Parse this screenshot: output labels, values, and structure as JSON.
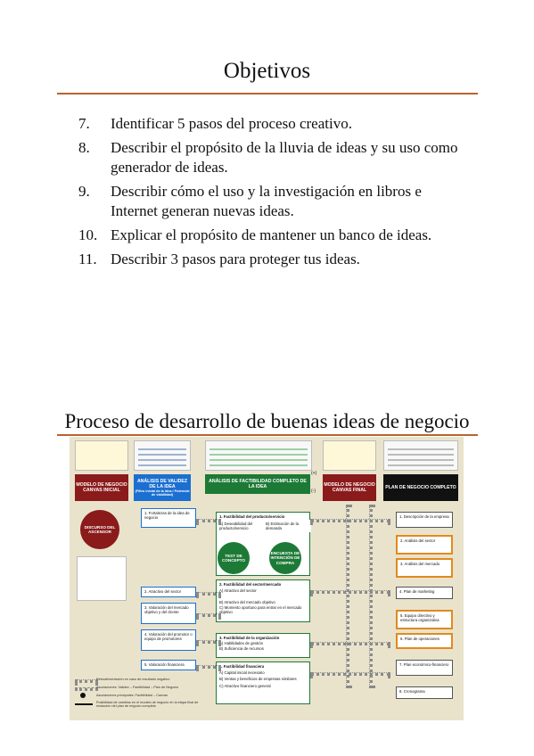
{
  "title": "Objetivos",
  "objectives": [
    {
      "num": "7.",
      "text": "Identificar 5 pasos del proceso creativo."
    },
    {
      "num": "8.",
      "text": "Describir el propósito de la lluvia de ideas y su uso como generador de ideas."
    },
    {
      "num": "9.",
      "text": "Describir cómo el uso y la investigación en libros e Internet generan nuevas ideas."
    },
    {
      "num": "10.",
      "text": "Explicar el propósito de mantener un banco de ideas."
    },
    {
      "num": "11.",
      "text": "Describir 3 pasos para proteger tus ideas."
    }
  ],
  "diagram_title": "Proceso de desarrollo de buenas ideas de negocio",
  "diagram": {
    "headers": {
      "canvas_initial": "MODELO DE NEGOCIO CANVAS INICIAL",
      "validity": "ANÁLISIS DE VALIDEZ DE LA IDEA",
      "validity_sub": "(Filtro inicial de la idea / Potencial de viabilidad)",
      "feasibility": "ANÁLISIS DE FACTIBILIDAD COMPLETO DE LA IDEA",
      "canvas_final": "MODELO DE NEGOCIO CANVAS FINAL",
      "plan": "PLAN DE NEGOCIO COMPLETO"
    },
    "elevator": "DISCURSO DEL ASCENSOR",
    "plus": "(+)",
    "minus": "(-)",
    "validity_items": [
      "1. Fortalezas de la idea de negocio",
      "2. Atractivo del sector",
      "3. Valoración del mercado objetivo y del cliente",
      "4. Valoración del promotor o equipo de promotores",
      "5. Valoración financiera"
    ],
    "feasibility_items": {
      "f1": "1. Factibilidad del producto/servicio",
      "f1a": "A) Deseabilidad del producto/servicio",
      "f1b": "B) Estimación de la demanda",
      "test": "TEST DE CONCEPTO",
      "survey": "ENCUESTA DE INTENCIÓN DE COMPRA",
      "f2": "2. Factibilidad del sector/mercado",
      "f2a": "A) Atractivo del sector",
      "f2b": "B) Atractivo del mercado objetivo",
      "f2c": "C) Momento oportuno para entrar en el mercado objetivo",
      "f3": "3. Factibilidad de la organización",
      "f3a": "A) Habilidades de gestión",
      "f3b": "B) Suficiencia de recursos",
      "f4": "4. Factibilidad financiera",
      "f4a": "A) Capital inicial necesario",
      "f4b": "B) Ventas y beneficios de empresas similares",
      "f4c": "C) Atractivo financiero general"
    },
    "plan_items": [
      "1. Descripción de la empresa",
      "2. Análisis del sector",
      "3. Análisis del mercado",
      "4. Plan de marketing",
      "5. Equipo directivo y estructura organizativa",
      "6. Plan de operaciones",
      "7. Plan económico-financiero",
      "8. Cronograma"
    ],
    "legend": [
      "Retroalimentación en caso de resultado negativo",
      "Asociaciones: Validez – Factibilidad – Plan de Negocio",
      "Asociaciones principales: Factibilidad – Canvas",
      "Posibilidad de cambios en el modelo de negocio en la etapa final de redacción del plan de negocio completo"
    ],
    "colors": {
      "red": "#8b1a1a",
      "blue": "#1b6fd0",
      "green": "#1d7a36",
      "orange": "#e18a1f",
      "background": "#e9e3cc"
    }
  }
}
